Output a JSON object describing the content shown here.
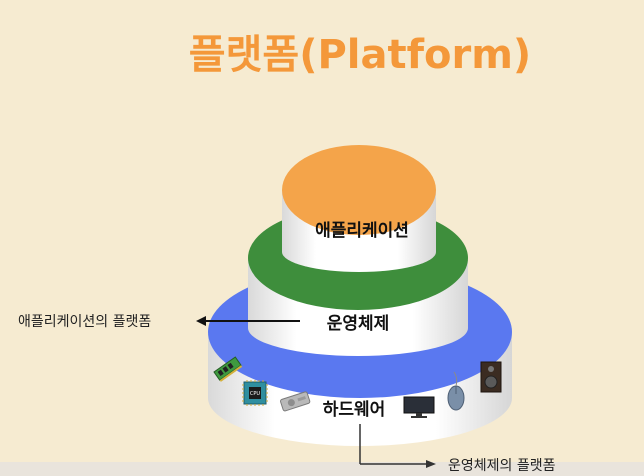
{
  "title": "플랫폼(Platform)",
  "layers": {
    "top": {
      "label": "애플리케이션",
      "cap_color": "#f4a44a"
    },
    "middle": {
      "label": "운영체제",
      "cap_color": "#3e8e3c"
    },
    "bottom": {
      "label": "하드웨어",
      "cap_color": "#5a78f0"
    }
  },
  "annotations": {
    "app_platform": "애플리케이션의 플랫폼",
    "os_platform": "운영체제의 플랫폼"
  },
  "hardware_icons": [
    "memory-icon",
    "cpu-icon",
    "hard-drive-icon",
    "monitor-icon",
    "mouse-icon",
    "speaker-icon"
  ],
  "icon_text": {
    "cpu": "CPU"
  }
}
